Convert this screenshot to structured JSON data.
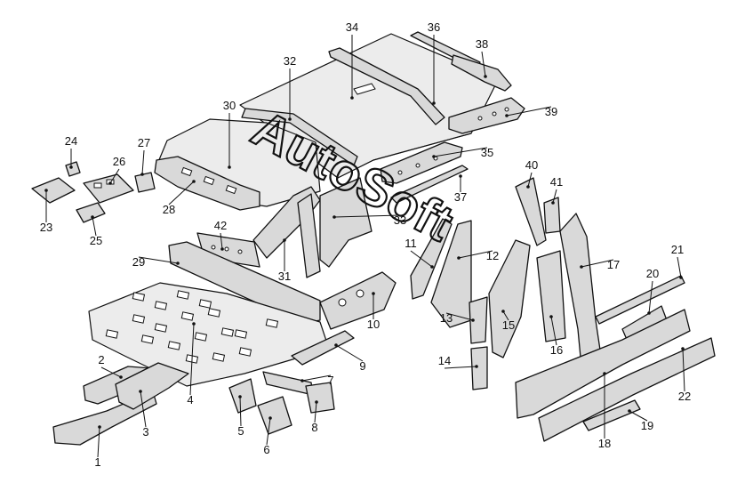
{
  "callouts": [
    {
      "id": "1",
      "label": "1"
    },
    {
      "id": "2",
      "label": "2"
    },
    {
      "id": "3",
      "label": "3"
    },
    {
      "id": "4",
      "label": "4"
    },
    {
      "id": "5",
      "label": "5"
    },
    {
      "id": "6",
      "label": "6"
    },
    {
      "id": "7",
      "label": "7"
    },
    {
      "id": "8",
      "label": "8"
    },
    {
      "id": "9",
      "label": "9"
    },
    {
      "id": "10",
      "label": "10"
    },
    {
      "id": "11",
      "label": "11"
    },
    {
      "id": "12",
      "label": "12"
    },
    {
      "id": "13",
      "label": "13"
    },
    {
      "id": "14",
      "label": "14"
    },
    {
      "id": "15",
      "label": "15"
    },
    {
      "id": "16",
      "label": "16"
    },
    {
      "id": "17",
      "label": "17"
    },
    {
      "id": "18",
      "label": "18"
    },
    {
      "id": "19",
      "label": "19"
    },
    {
      "id": "20",
      "label": "20"
    },
    {
      "id": "21",
      "label": "21"
    },
    {
      "id": "22",
      "label": "22"
    },
    {
      "id": "23",
      "label": "23"
    },
    {
      "id": "24",
      "label": "24"
    },
    {
      "id": "25",
      "label": "25"
    },
    {
      "id": "26",
      "label": "26"
    },
    {
      "id": "27",
      "label": "27"
    },
    {
      "id": "28",
      "label": "28"
    },
    {
      "id": "29",
      "label": "29"
    },
    {
      "id": "30",
      "label": "30"
    },
    {
      "id": "31",
      "label": "31"
    },
    {
      "id": "32",
      "label": "32"
    },
    {
      "id": "33",
      "label": "33"
    },
    {
      "id": "34",
      "label": "34"
    },
    {
      "id": "35",
      "label": "35"
    },
    {
      "id": "36",
      "label": "36"
    },
    {
      "id": "37",
      "label": "37"
    },
    {
      "id": "38",
      "label": "38"
    },
    {
      "id": "39",
      "label": "39"
    },
    {
      "id": "40",
      "label": "40"
    },
    {
      "id": "41",
      "label": "41"
    },
    {
      "id": "42",
      "label": "42"
    }
  ],
  "watermark": {
    "text": "AutoSoft"
  }
}
